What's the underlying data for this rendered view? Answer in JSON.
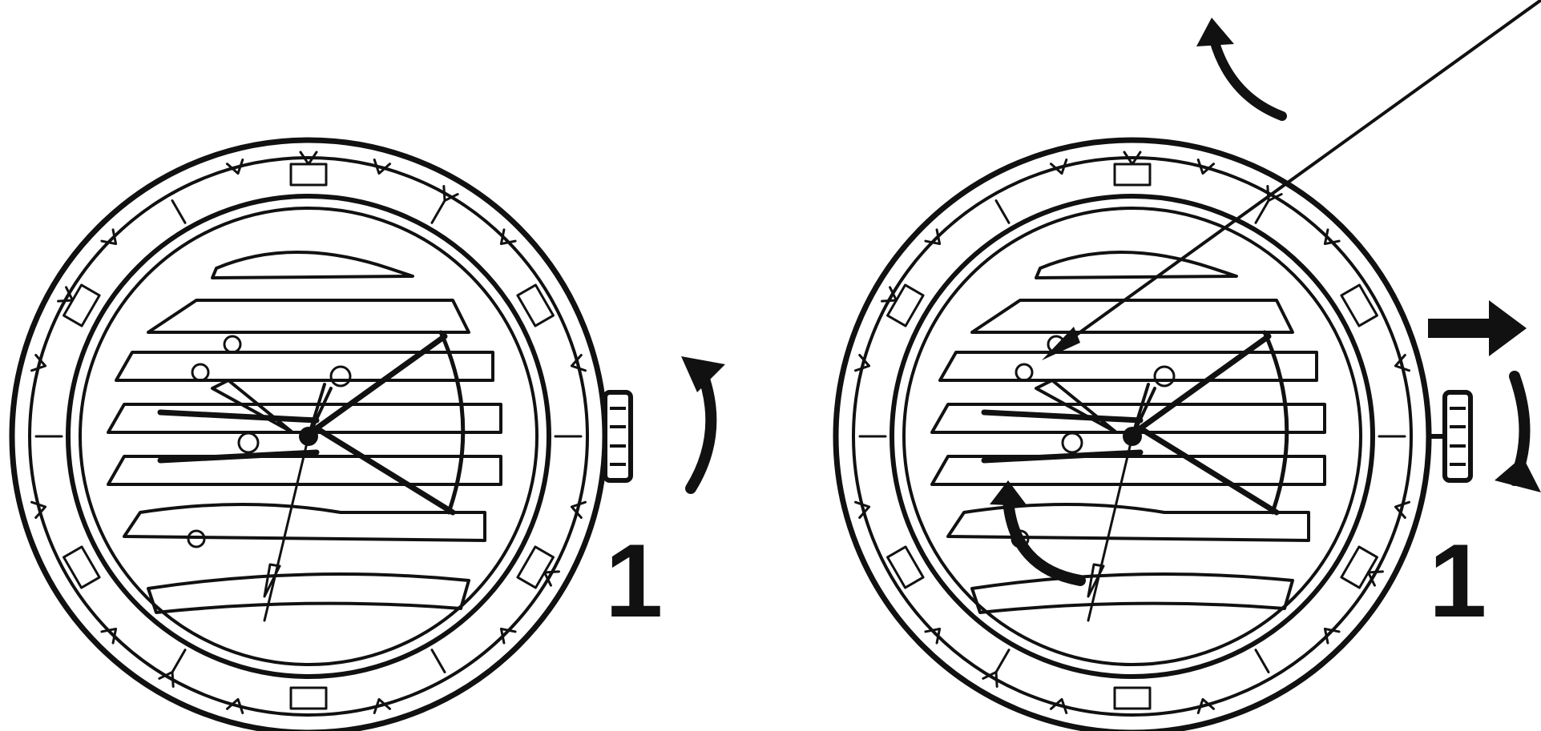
{
  "diagram": {
    "colors": {
      "ink": "#111111",
      "paper": "#ffffff"
    },
    "figures": [
      {
        "crown_position_label": "1",
        "crown_rotation_arrow": "clockwise-up-arrow-icon"
      },
      {
        "crown_position_label": "1",
        "crown_pull_arrow": "right-arrow-icon",
        "crown_rotation_arrow": "counterclockwise-arrow-icon",
        "hand_rotation_arrow": "counterclockwise-arrow-icon",
        "pointer_line": "leader-line"
      }
    ]
  }
}
